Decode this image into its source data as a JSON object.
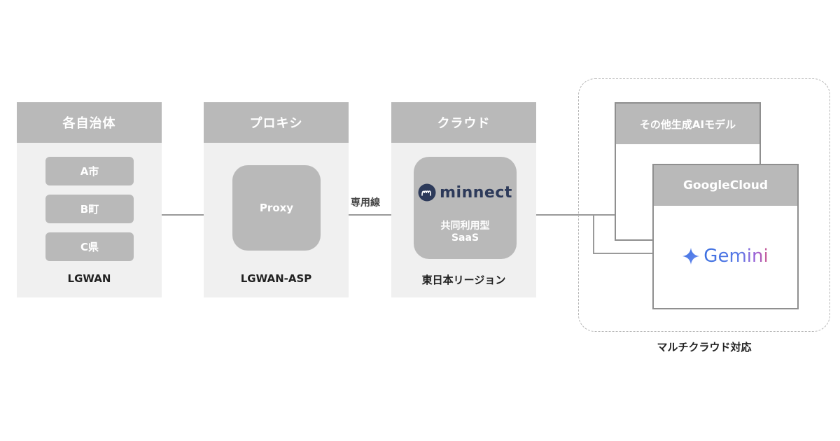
{
  "columns": {
    "municipalities": {
      "header": "各自治体",
      "items": [
        "A市",
        "B町",
        "C県"
      ],
      "footer": "LGWAN"
    },
    "proxy": {
      "header": "プロキシ",
      "box_label": "Proxy",
      "footer": "LGWAN-ASP"
    },
    "cloud": {
      "header": "クラウド",
      "logo_text": "minnect",
      "service_line1": "共同利用型",
      "service_line2": "SaaS",
      "footer": "東日本リージョン"
    }
  },
  "connections": {
    "dedicated_line_label": "専用線"
  },
  "multicloud": {
    "other_models_header": "その他生成AIモデル",
    "google_cloud_header": "GoogleCloud",
    "gemini_label": "Gemini",
    "caption": "マルチクラウド対応"
  },
  "colors": {
    "header_gray": "#b9b9b9",
    "panel_bg": "#f0f0f0",
    "minnect_navy": "#2d3a5a",
    "gemini_blue": "#3b6fe0",
    "gemini_purple": "#9b5fd6"
  }
}
